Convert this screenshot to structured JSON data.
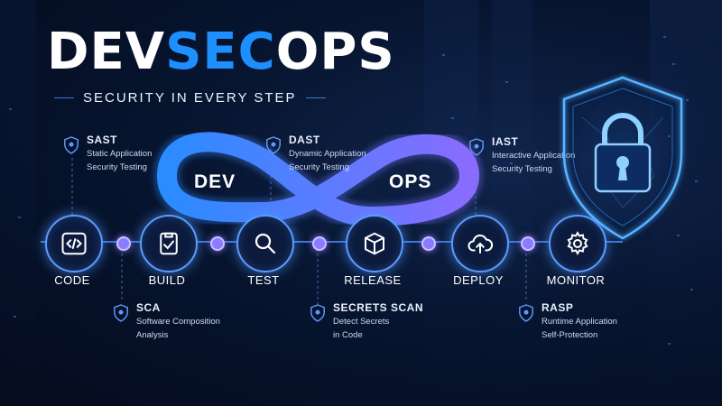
{
  "header": {
    "title_part1": "DEV",
    "title_part2": "SEC",
    "title_part3": "OPS",
    "subtitle": "SECURITY IN EVERY STEP"
  },
  "loop": {
    "left_label": "DEV",
    "right_label": "OPS"
  },
  "stages": [
    {
      "label": "CODE",
      "icon": "code-icon"
    },
    {
      "label": "BUILD",
      "icon": "checklist-icon"
    },
    {
      "label": "TEST",
      "icon": "magnifier-icon"
    },
    {
      "label": "RELEASE",
      "icon": "package-icon"
    },
    {
      "label": "DEPLOY",
      "icon": "cloud-upload-icon"
    },
    {
      "label": "MONITOR",
      "icon": "gear-icon"
    }
  ],
  "callouts": [
    {
      "name": "SAST",
      "desc_line1": "Static Application",
      "desc_line2": "Security Testing",
      "icon": "shield-icon"
    },
    {
      "name": "DAST",
      "desc_line1": "Dynamic Application",
      "desc_line2": "Security Testing",
      "icon": "shield-icon"
    },
    {
      "name": "IAST",
      "desc_line1": "Interactive Application",
      "desc_line2": "Security Testing",
      "icon": "shield-icon"
    },
    {
      "name": "SCA",
      "desc_line1": "Software Composition",
      "desc_line2": "Analysis",
      "icon": "shield-icon"
    },
    {
      "name": "SECRETS SCAN",
      "desc_line1": "Detect Secrets",
      "desc_line2": "in Code",
      "icon": "shield-icon"
    },
    {
      "name": "RASP",
      "desc_line1": "Runtime Application",
      "desc_line2": "Self-Protection",
      "icon": "shield-icon"
    }
  ],
  "colors": {
    "accent": "#1e8fff",
    "loop_start": "#2a8cff",
    "loop_end": "#8a6cff",
    "node_border": "#5b9bff"
  },
  "decoration": {
    "lock_icon": "padlock-shield-icon"
  }
}
